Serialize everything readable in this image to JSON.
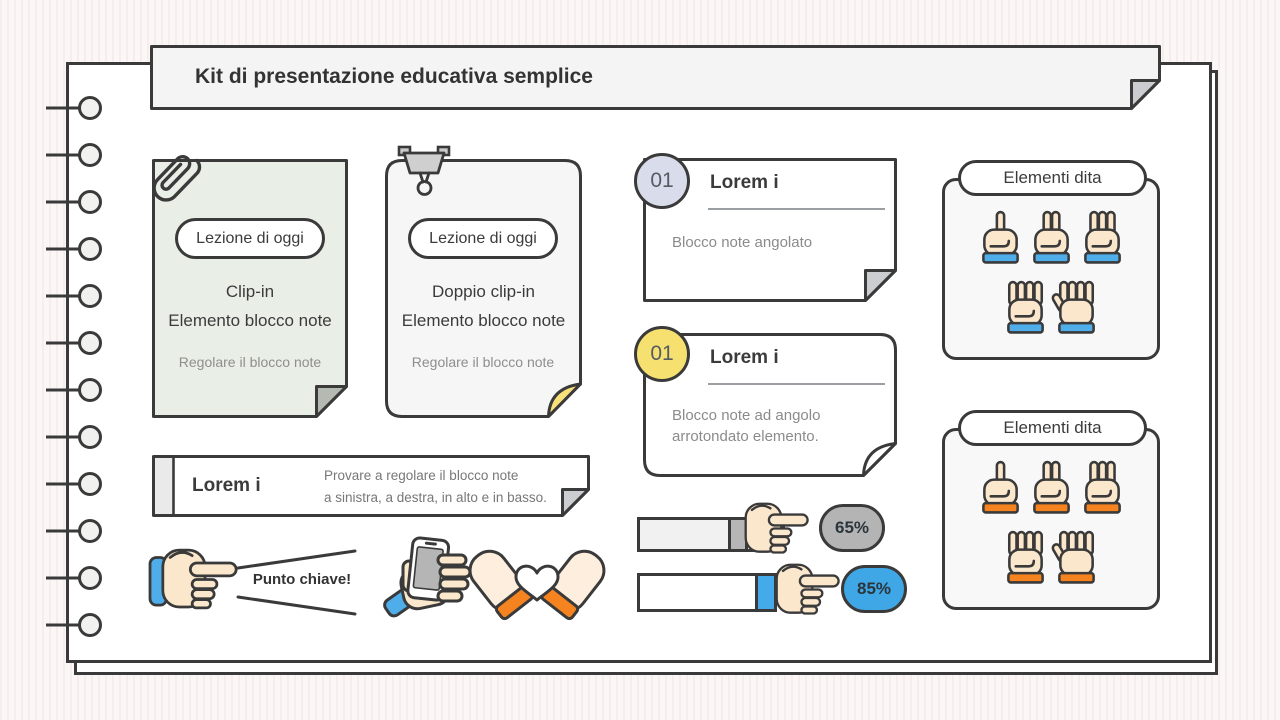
{
  "title": "Kit di presentazione educativa semplice",
  "clip_note": {
    "tag": "Lezione di oggi",
    "title_line1": "Clip-in",
    "title_line2": "Elemento blocco note",
    "subtitle": "Regolare il blocco note"
  },
  "double_clip_note": {
    "tag": "Lezione di oggi",
    "title_line1": "Doppio clip-in",
    "title_line2": "Elemento blocco note",
    "subtitle": "Regolare il blocco note"
  },
  "angled_note": {
    "number": "01",
    "title": "Lorem i",
    "body": "Blocco note angolato"
  },
  "rounded_note": {
    "number": "01",
    "title": "Lorem i",
    "body": "Blocco note ad angolo arrotondato elemento."
  },
  "adjust_banner": {
    "title": "Lorem i",
    "body_line1": "Provare a regolare il blocco note",
    "body_line2": "a sinistra, a destra, in alto e in basso."
  },
  "key_point": {
    "label": "Punto chiave!"
  },
  "finger_boxes": [
    {
      "label": "Elementi dita",
      "cuff_color": "#4fadea",
      "fingers": [
        1,
        2,
        3,
        4,
        5
      ]
    },
    {
      "label": "Elementi dita",
      "cuff_color": "#f5831f",
      "fingers": [
        1,
        2,
        3,
        4,
        5
      ]
    }
  ],
  "progress": [
    {
      "value": "65%",
      "badge_color": "#b5b4b4",
      "bar_color": "#f2f1f1",
      "cuff_color": "#b7b6b6"
    },
    {
      "value": "85%",
      "badge_color": "#3fa7e6",
      "bar_color": "#ffffff",
      "cuff_color": "#45aae9"
    }
  ],
  "colors": {
    "outline": "#3a3a3a",
    "skin": "#fbe7cb",
    "skin_light": "#fdeedd",
    "blue": "#4fadea",
    "orange": "#f5831f",
    "yellow_fold": "#f8e17a",
    "note_green": "#e9efe7",
    "green_fold": "#b4bab1",
    "gray_fold": "#cbcdd0",
    "number_blue": "#d9ddeb",
    "number_yellow": "#f6e170"
  }
}
